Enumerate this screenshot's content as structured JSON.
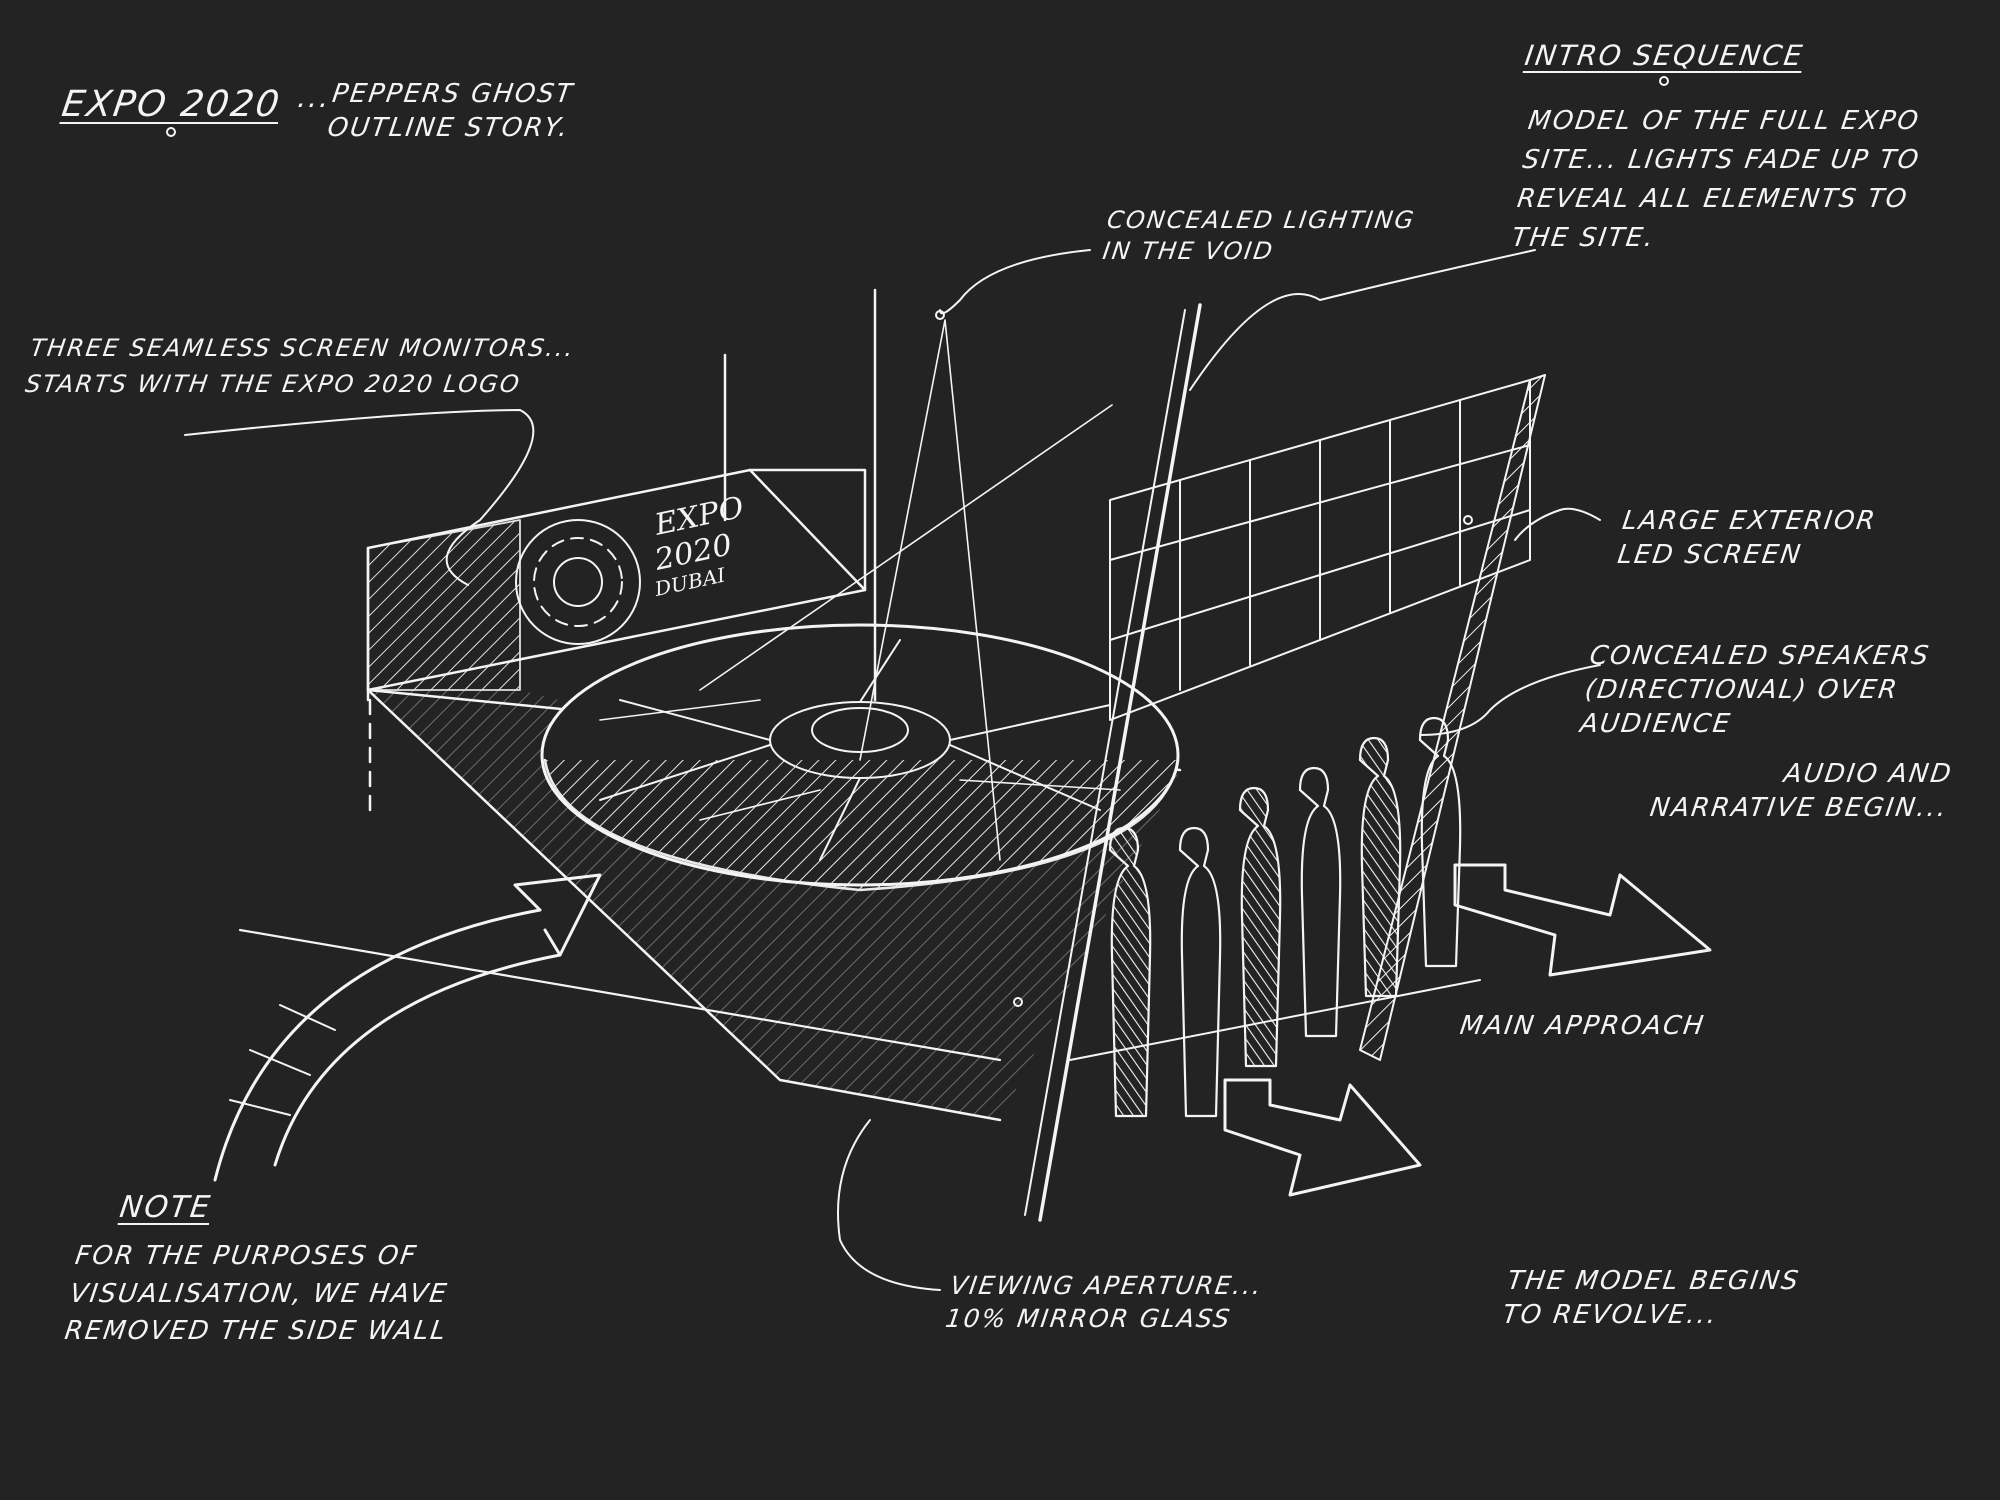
{
  "title": {
    "project": "EXPO 2020",
    "ellipsis": "...",
    "subtitle": "PEPPERS GHOST OUTLINE STORY."
  },
  "intro": {
    "heading": "INTRO SEQUENCE",
    "body": "MODEL OF THE FULL EXPO SITE... LIGHTS FADE UP TO REVEAL ALL ELEMENTS TO THE SITE."
  },
  "annotations": {
    "lighting": "CONCEALED LIGHTING IN THE VOID",
    "monitors": "THREE SEAMLESS SCREEN MONITORS... STARTS WITH THE EXPO 2020 LOGO",
    "led_screen": "LARGE EXTERIOR LED SCREEN",
    "speakers": "CONCEALED SPEAKERS (DIRECTIONAL) OVER AUDIENCE",
    "audio": "AUDIO AND NARRATIVE BEGIN...",
    "approach": "MAIN APPROACH",
    "aperture": "VIEWING APERTURE... 10% MIRROR GLASS",
    "revolve": "THE MODEL BEGINS TO REVOLVE..."
  },
  "note": {
    "heading": "NOTE",
    "body": "FOR THE PURPOSES OF VISUALISATION, WE HAVE REMOVED THE SIDE WALL"
  },
  "screen_logo": {
    "line1": "EXPO",
    "line2": "2020",
    "line3": "DUBAI"
  },
  "colors": {
    "background": "#232323",
    "ink": "#f4f4f4"
  }
}
